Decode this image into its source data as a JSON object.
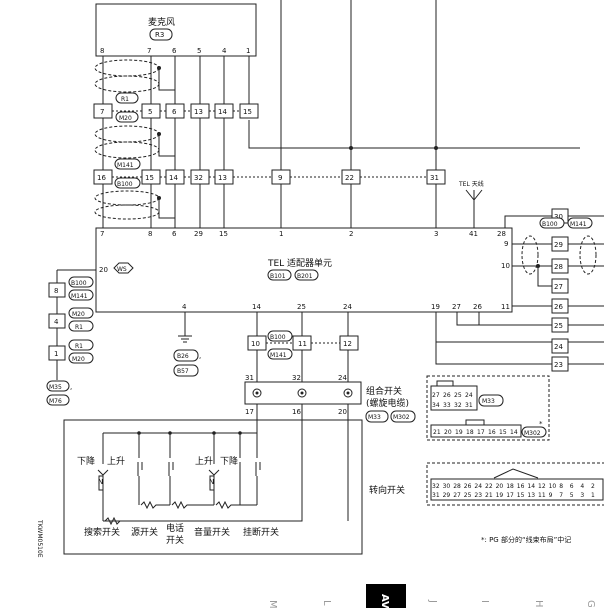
{
  "mic": {
    "name": "麦克风",
    "code": "R3",
    "pins": [
      "8",
      "7",
      "6",
      "5",
      "4",
      "1"
    ]
  },
  "row1": [
    "7",
    "5",
    "6",
    "13",
    "14",
    "15"
  ],
  "row2": [
    "16",
    "15",
    "14",
    "32",
    "13",
    "9",
    "22",
    "31"
  ],
  "row1_codes": [
    "R1",
    "M20"
  ],
  "row2_codes": [
    "M141",
    "B100"
  ],
  "unit": {
    "name": "TEL 适配器单元",
    "codes": [
      "B101",
      "B201"
    ],
    "top_pins": [
      "7",
      "8",
      "6",
      "29",
      "15",
      "1",
      "2",
      "3",
      "41",
      "28"
    ],
    "bottom_pins": [
      "4",
      "14",
      "25",
      "24",
      "19",
      "27",
      "26",
      "11"
    ],
    "right_pins": [
      "9",
      "10"
    ],
    "left_pin": "20",
    "ws": "WS"
  },
  "antenna": "TEL 天线",
  "left_conn": [
    {
      "pin": "8",
      "codes": [
        "B100",
        "M141"
      ]
    },
    {
      "pin": "4",
      "codes": [
        "M20",
        "R1"
      ]
    },
    {
      "pin": "1",
      "codes": [
        "R1",
        "M20"
      ]
    }
  ],
  "left_bottom_codes": [
    "M35",
    "M76"
  ],
  "ground_codes": [
    "B26",
    "B57"
  ],
  "mid_conn": {
    "pins": [
      "10",
      "11",
      "12"
    ],
    "codes": [
      "B100",
      "M141"
    ]
  },
  "right_conn": {
    "pins": [
      "30",
      "29",
      "28",
      "27",
      "26",
      "25",
      "24",
      "23"
    ],
    "codes": [
      "B100",
      "M141"
    ]
  },
  "combo": {
    "title": "组合开关",
    "subtitle": "(螺旋电缆)",
    "codes": [
      "M33",
      "M302"
    ],
    "top_pins": [
      "31",
      "32",
      "24"
    ],
    "bottom_pins": [
      "17",
      "16",
      "20"
    ]
  },
  "switch_labels": {
    "down1": "下降",
    "up1": "上升",
    "up2": "上升",
    "down2": "下降",
    "n1": "N",
    "n2": "N",
    "search": "搜索开关",
    "source": "源开关",
    "phone_a": "电话",
    "phone_b": "开关",
    "volume": "音量开关",
    "hangup": "挂断开关",
    "turn": "转向开关"
  },
  "conn_m33": {
    "code": "M33",
    "row1": [
      "27",
      "26",
      "25",
      "24"
    ],
    "row2": [
      "34",
      "33",
      "32",
      "31"
    ],
    "row3": [
      "21",
      "20",
      "19",
      "18",
      "17",
      "16",
      "15",
      "14"
    ],
    "code2": "M302",
    "star": "*"
  },
  "conn_big": {
    "row1": [
      "32",
      "30",
      "28",
      "26",
      "24",
      "22",
      "20",
      "18",
      "16",
      "14",
      "12",
      "10",
      "8",
      "6",
      "4",
      "2"
    ],
    "row2": [
      "31",
      "29",
      "27",
      "25",
      "23",
      "21",
      "19",
      "17",
      "15",
      "13",
      "11",
      "9",
      "7",
      "5",
      "3",
      "1"
    ]
  },
  "footnote": "*: PG 部分的“线束布局”中记",
  "side_code": "TKWM0510E",
  "tabs": [
    "M",
    "L",
    "AV",
    "J",
    "I",
    "H",
    "G"
  ]
}
